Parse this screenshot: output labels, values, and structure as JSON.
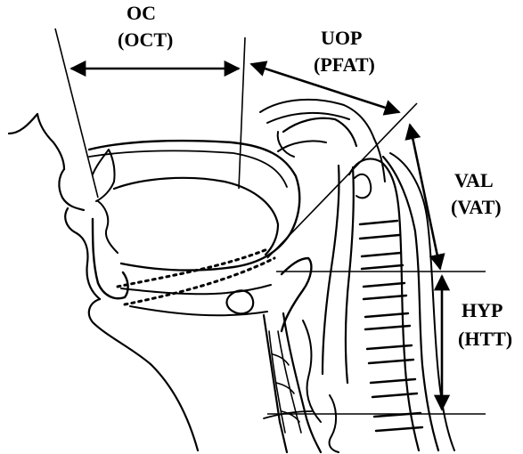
{
  "labels": {
    "oc": "OC",
    "oct": "(OCT)",
    "uop": "UOP",
    "pfat": "(PFAT)",
    "val": "VAL",
    "vat": "(VAT)",
    "hyp": "HYP",
    "htt": "(HTT)"
  },
  "colors": {
    "ink": "#000000",
    "background": "#ffffff"
  }
}
